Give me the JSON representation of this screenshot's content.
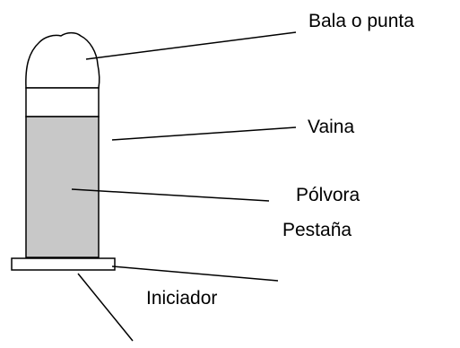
{
  "labels": {
    "bullet": "Bala o punta",
    "casing": "Vaina",
    "powder": "Pólvora",
    "rim": "Pestaña",
    "primer": "Iniciador"
  },
  "colors": {
    "powder_fill": "#c8c8c8",
    "line": "#000000",
    "background": "#ffffff"
  }
}
